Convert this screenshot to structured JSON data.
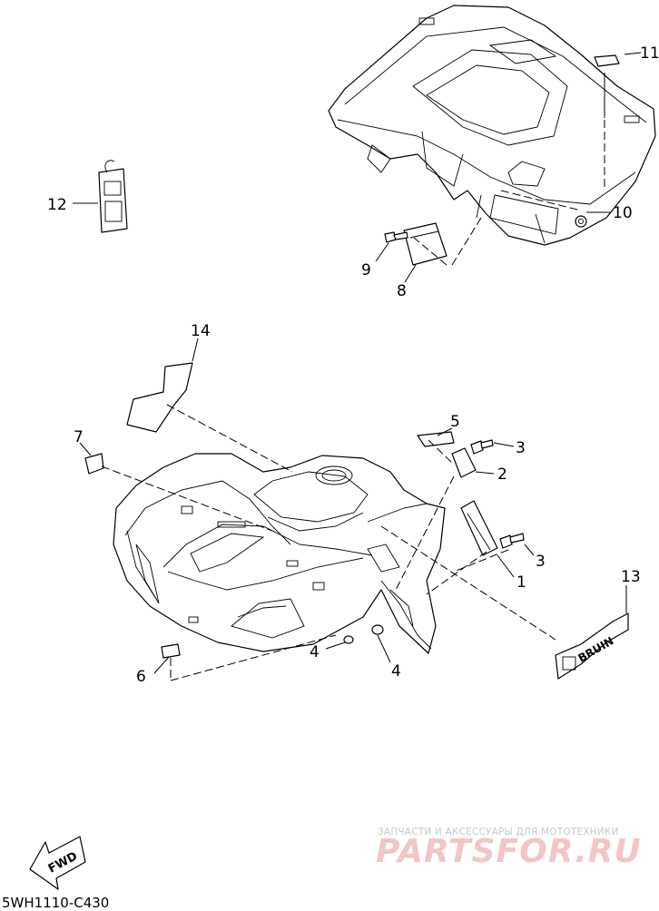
{
  "diagram": {
    "callouts": [
      "1",
      "2",
      "3",
      "3",
      "4",
      "4",
      "5",
      "6",
      "7",
      "8",
      "9",
      "10",
      "11",
      "12",
      "13",
      "14"
    ],
    "direction_arrow_label": "FWD",
    "drawing_code": "5WH1110-C430",
    "decal_text": "BRUIN",
    "watermark": {
      "tagline": "ЗАПЧАСТИ И АКСЕССУАРЫ ДЛЯ МОТОТЕХНИКИ",
      "logo": "PARTSFOR.RU"
    }
  }
}
